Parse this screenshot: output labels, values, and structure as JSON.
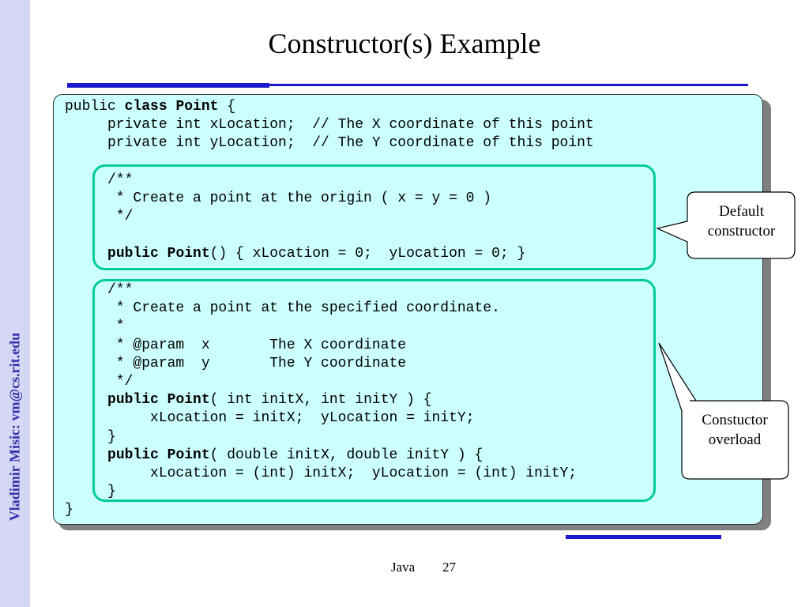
{
  "slide": {
    "title": "Constructor(s) Example",
    "side_label": "Vladimir Misic: vm@cs.rit.edu",
    "footer_left": "Java",
    "footer_page": "27"
  },
  "code": {
    "lines": [
      {
        "parts": [
          {
            "t": "public ",
            "b": false
          },
          {
            "t": "class",
            "b": true
          },
          {
            "t": " ",
            "b": false
          },
          {
            "t": "Point",
            "b": true
          },
          {
            "t": " {",
            "b": false
          }
        ]
      },
      {
        "parts": [
          {
            "t": "     private int xLocation;  // The X coordinate of this point",
            "b": false
          }
        ]
      },
      {
        "parts": [
          {
            "t": "     private int yLocation;  // The Y coordinate of this point",
            "b": false
          }
        ]
      },
      {
        "parts": [
          {
            "t": "",
            "b": false
          }
        ]
      },
      {
        "parts": [
          {
            "t": "     /**",
            "b": false
          }
        ]
      },
      {
        "parts": [
          {
            "t": "      * Create a point at the origin ( x = y = 0 )",
            "b": false
          }
        ]
      },
      {
        "parts": [
          {
            "t": "      */",
            "b": false
          }
        ]
      },
      {
        "parts": [
          {
            "t": "",
            "b": false
          }
        ]
      },
      {
        "parts": [
          {
            "t": "     ",
            "b": false
          },
          {
            "t": "public",
            "b": true
          },
          {
            "t": " ",
            "b": false
          },
          {
            "t": "Point",
            "b": true
          },
          {
            "t": "() { xLocation = 0;  yLocation = 0; }",
            "b": false
          }
        ]
      },
      {
        "parts": [
          {
            "t": "",
            "b": false
          }
        ]
      },
      {
        "parts": [
          {
            "t": "     /**",
            "b": false
          }
        ]
      },
      {
        "parts": [
          {
            "t": "      * Create a point at the specified coordinate.",
            "b": false
          }
        ]
      },
      {
        "parts": [
          {
            "t": "      *",
            "b": false
          }
        ]
      },
      {
        "parts": [
          {
            "t": "      * @param  x       The X coordinate",
            "b": false
          }
        ]
      },
      {
        "parts": [
          {
            "t": "      * @param  y       The Y coordinate",
            "b": false
          }
        ]
      },
      {
        "parts": [
          {
            "t": "      */",
            "b": false
          }
        ]
      },
      {
        "parts": [
          {
            "t": "     ",
            "b": false
          },
          {
            "t": "public",
            "b": true
          },
          {
            "t": " ",
            "b": false
          },
          {
            "t": "Point",
            "b": true
          },
          {
            "t": "( int initX, int initY ) {",
            "b": false
          }
        ]
      },
      {
        "parts": [
          {
            "t": "          xLocation = initX;  yLocation = initY;",
            "b": false
          }
        ]
      },
      {
        "parts": [
          {
            "t": "     }",
            "b": false
          }
        ]
      },
      {
        "parts": [
          {
            "t": "     ",
            "b": false
          },
          {
            "t": "public",
            "b": true
          },
          {
            "t": " ",
            "b": false
          },
          {
            "t": "Point",
            "b": true
          },
          {
            "t": "( double initX, double initY ) {",
            "b": false
          }
        ]
      },
      {
        "parts": [
          {
            "t": "          xLocation = (int) initX;  yLocation = (int) initY;",
            "b": false
          }
        ]
      },
      {
        "parts": [
          {
            "t": "     }",
            "b": false
          }
        ]
      },
      {
        "parts": [
          {
            "t": "}",
            "b": false
          }
        ]
      }
    ]
  },
  "callouts": {
    "default_line1": "Default",
    "default_line2": "constructor",
    "overload_line1": "Constuctor",
    "overload_line2": "overload"
  },
  "colors": {
    "code_bg": "#ccffff",
    "highlight": "#00cc99",
    "rule": "#1a1acc",
    "side_bar": "#d6d6f5",
    "side_text": "#3333aa"
  }
}
